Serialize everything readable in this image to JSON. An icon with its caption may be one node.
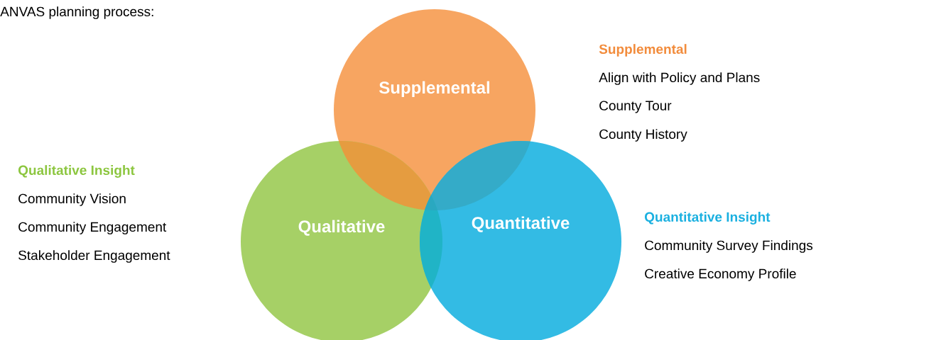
{
  "diagram": {
    "nodes": [
      {
        "text": [
          "Supplemental"
        ]
      },
      {
        "text": [
          "Qualitative"
        ]
      },
      {
        "text": [
          "Quantitative"
        ]
      }
    ],
    "labels": [
      "ANVAS planning process:",
      "Supplemental",
      "Align with Policy and Plans",
      "County Tour",
      "County History",
      "Qualitative Insight",
      "Community Vision",
      "Community Engagement",
      "Stakeholder Engagement",
      "Quantitative Insight",
      "Community Survey Findings",
      "Creative Economy Profile"
    ]
  }
}
